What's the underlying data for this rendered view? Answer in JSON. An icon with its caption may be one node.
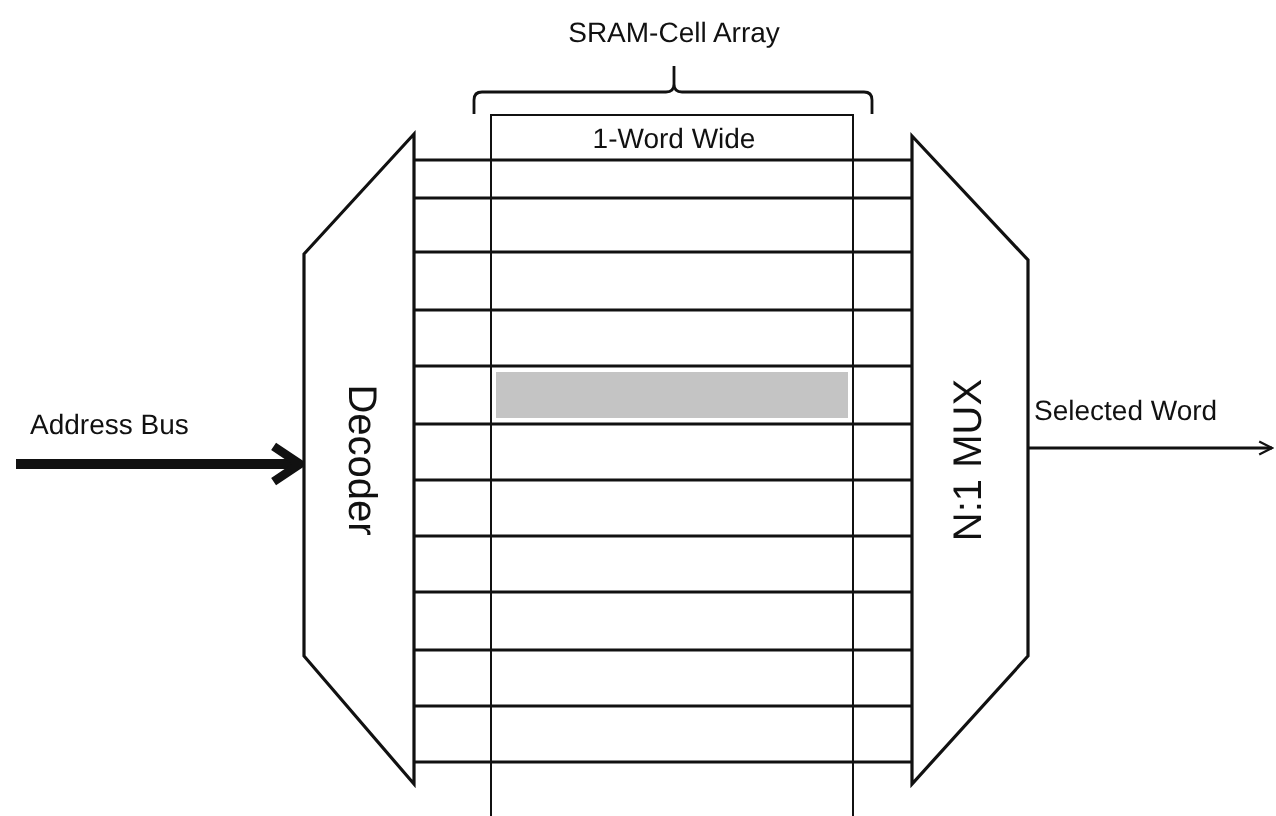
{
  "diagram": {
    "nodes": [
      {
        "text": [
          "Decoder"
        ]
      },
      {
        "text": [
          "N:1 MUX"
        ]
      }
    ],
    "edges": [
      {
        "from": null,
        "to": 0,
        "arrow": "to",
        "label": "Address Bus",
        "style": "thick"
      },
      {
        "from": 1,
        "to": null,
        "arrow": "to",
        "label": "Selected Word"
      },
      {
        "from": 0,
        "to": 1,
        "arrow": "none"
      },
      {
        "from": 0,
        "to": 1,
        "arrow": "none"
      },
      {
        "from": 0,
        "to": 1,
        "arrow": "none"
      },
      {
        "from": 0,
        "to": 1,
        "arrow": "none"
      },
      {
        "from": 0,
        "to": 1,
        "arrow": "none"
      },
      {
        "from": 0,
        "to": 1,
        "arrow": "none"
      },
      {
        "from": 0,
        "to": 1,
        "arrow": "none"
      },
      {
        "from": 0,
        "to": 1,
        "arrow": "none"
      },
      {
        "from": 0,
        "to": 1,
        "arrow": "none"
      },
      {
        "from": 0,
        "to": 1,
        "arrow": "none"
      },
      {
        "from": 0,
        "to": 1,
        "arrow": "none"
      },
      {
        "from": 0,
        "to": 1,
        "arrow": "none"
      }
    ],
    "labels": [
      "SRAM-Cell Array",
      "1-Word Wide"
    ]
  }
}
